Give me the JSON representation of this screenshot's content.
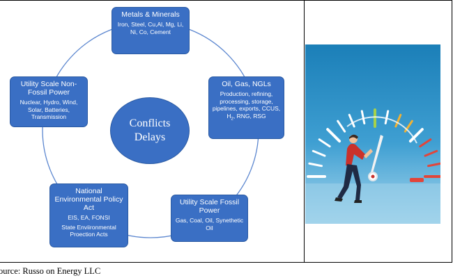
{
  "diagram": {
    "center": {
      "line1": "Conflicts",
      "line2": "Delays"
    },
    "nodes": [
      {
        "key": "metals",
        "title": "Metals & Minerals",
        "detail": "Iron, Steel, Cu,Al, Mg, Li, Ni, Co, Cement"
      },
      {
        "key": "oil",
        "title": "Oil, Gas, NGLs",
        "detail_before": "Production, refining, processing, storage, pipelines, exports, CCUS, H",
        "detail_sub": "2",
        "detail_after": ", RNG, RSG"
      },
      {
        "key": "fossil",
        "title": "Utility Scale Fossil Power",
        "detail": "Gas, Coal, Oil, Synethetic Oil"
      },
      {
        "key": "nepa",
        "title": "National Environmental Policy Act",
        "detail": "EIS, EA, FONSI",
        "detail2": "State Enviironmental Proection Acts"
      },
      {
        "key": "nonfossil",
        "title": "Utility Scale Non-Fossil Power",
        "detail": "Nuclear, Hydro, Wind, Solar, Batteries, Transmission"
      }
    ]
  },
  "image": {
    "description_icon": "speedometer-push-icon",
    "colors": {
      "background_top": "#1b7fb8",
      "background_bottom": "#a9d8ee",
      "gauge_ticks": "#ffffff",
      "needle": "#f2f2f2",
      "person_shirt": "#c9312b"
    }
  },
  "caption": "ource: Russo on Energy LLC"
}
